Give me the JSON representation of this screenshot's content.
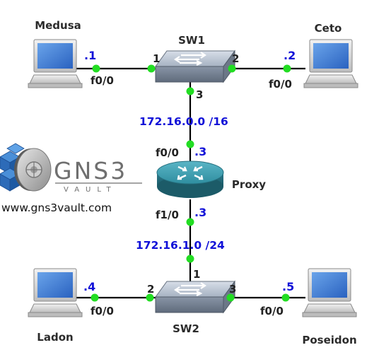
{
  "hosts": {
    "medusa": {
      "name": "Medusa",
      "ip_suffix": ".1",
      "interface": "f0/0"
    },
    "ceto": {
      "name": "Ceto",
      "ip_suffix": ".2",
      "interface": "f0/0"
    },
    "ladon": {
      "name": "Ladon",
      "ip_suffix": ".4",
      "interface": "f0/0"
    },
    "poseidon": {
      "name": "Poseidon",
      "ip_suffix": ".5",
      "interface": "f0/0"
    }
  },
  "switches": {
    "sw1": {
      "name": "SW1",
      "ports": {
        "to_medusa": "1",
        "to_ceto": "2",
        "to_router": "3"
      }
    },
    "sw2": {
      "name": "SW2",
      "ports": {
        "to_router": "1",
        "to_ladon": "2",
        "to_poseidon": "3"
      }
    }
  },
  "router": {
    "name": "Proxy",
    "top_interface": "f0/0",
    "top_ip_suffix": ".3",
    "bottom_interface": "f1/0",
    "bottom_ip_suffix": ".3"
  },
  "networks": {
    "upper": "172.16.0.0 /16",
    "lower": "172.16.1.0 /24"
  },
  "logo": {
    "brand": "GNS3",
    "brand_sub": "VAULT",
    "url": "www.gns3vault.com"
  },
  "colors": {
    "link": "#000000",
    "port_dot": "#22dd22",
    "ip_text": "#1010d8",
    "router_body": "#2f8ea0",
    "switch_body": "#a9b6c6",
    "screen": "#3f7bd6"
  }
}
